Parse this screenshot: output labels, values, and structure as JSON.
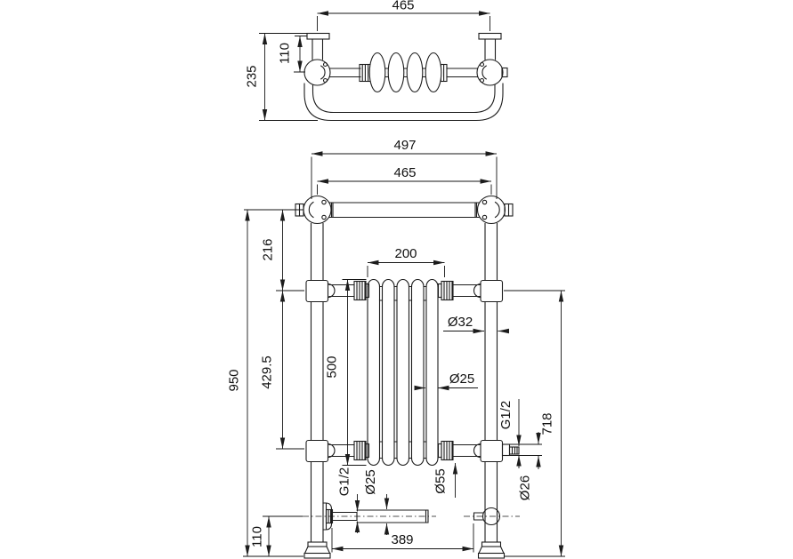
{
  "drawing": {
    "subject": "traditional heated towel rail radiator - two orthographic views (top view and front elevation)",
    "colors": {
      "background": "#ffffff",
      "line": "#1c1c1c",
      "text": "#111111"
    }
  },
  "dim_labels": {
    "top_width": "465",
    "top_flange_offset": "110",
    "top_depth": "235",
    "front_overall_width": "497",
    "front_centre_width": "465",
    "front_top_drop": "216",
    "front_radiator_width": "200",
    "front_overall_height": "950",
    "front_mid_span": "429.5",
    "front_radiator_height": "500",
    "post_diameter": "Ø32",
    "column_diameter": "Ø25",
    "right_conn_thread": "G1/2",
    "connection_height": "718",
    "right_conn_diameter": "Ø26",
    "union_diameter": "Ø55",
    "inlet_thread": "G1/2",
    "inlet_diameter": "Ø25",
    "bracket_height": "110",
    "valve_spacing": "389"
  }
}
